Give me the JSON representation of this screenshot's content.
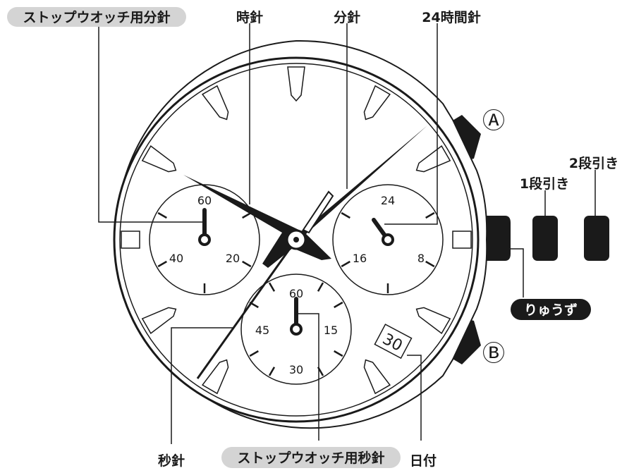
{
  "labels": {
    "stopwatch_minute_hand": "ストップウオッチ用分針",
    "hour_hand": "時針",
    "minute_hand": "分針",
    "hand_24h": "24時間針",
    "button_a": "Ⓐ",
    "button_b": "Ⓑ",
    "crown_pull_1": "1段引き",
    "crown_pull_2": "2段引き",
    "crown": "りゅうず",
    "second_hand": "秒針",
    "stopwatch_second_hand": "ストップウオッチ用秒針",
    "date": "日付"
  },
  "subdial_left": {
    "top": "60",
    "left": "40",
    "right": "20"
  },
  "subdial_right": {
    "top": "24",
    "left": "16",
    "right": "8"
  },
  "subdial_bottom": {
    "top": "60",
    "left": "45",
    "right": "15",
    "bottom": "30"
  },
  "date_window": {
    "value": "30"
  },
  "colors": {
    "ink": "#1a1a1a",
    "pill": "#d4d4d4",
    "crown_pill": "#1a1a1a",
    "crown_text": "#ffffff"
  }
}
